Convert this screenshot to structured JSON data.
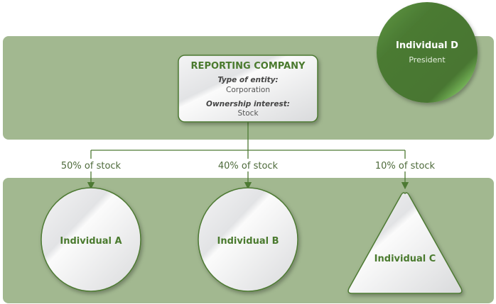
{
  "reporting_company": {
    "title": "REPORTING COMPANY",
    "type_label": "Type of entity:",
    "type_value": "Corporation",
    "interest_label": "Ownership interest:",
    "interest_value": "Stock"
  },
  "president": {
    "name": "Individual D",
    "role": "President"
  },
  "owners": [
    {
      "name": "Individual A",
      "share": "50% of stock"
    },
    {
      "name": "Individual B",
      "share": "40% of stock"
    },
    {
      "name": "Individual C",
      "share": "10% of stock"
    }
  ],
  "colors": {
    "band": "#a2b890",
    "accent": "#4d7a33",
    "text_green": "#4a7a2e"
  }
}
